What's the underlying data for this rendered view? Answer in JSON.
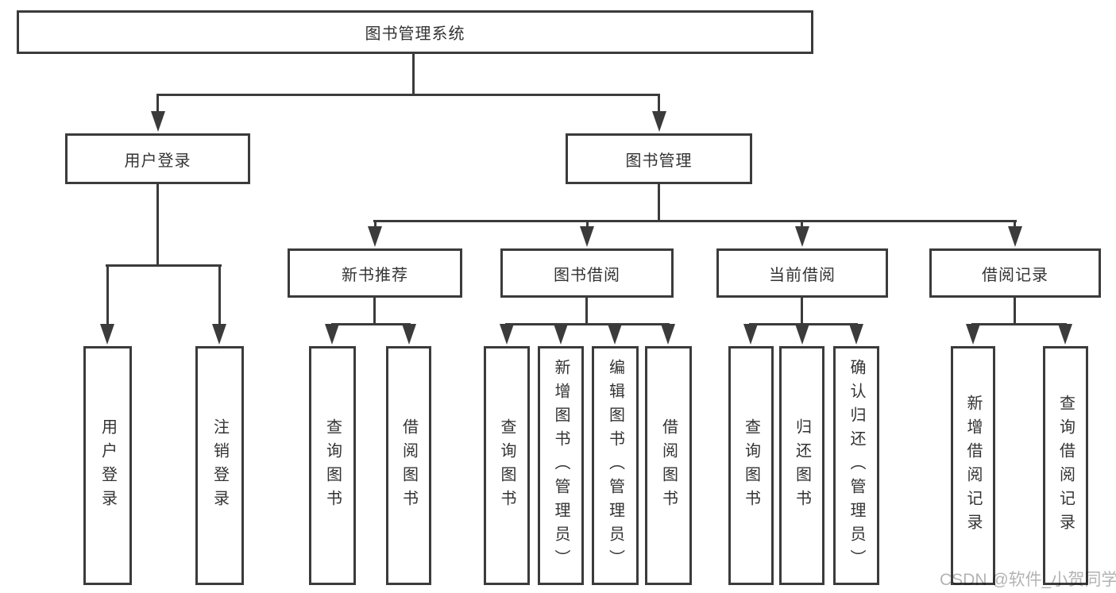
{
  "diagram": {
    "label": "图书管理系统",
    "children": [
      {
        "label": "用户登录",
        "children": [
          {
            "label": "用户登录"
          },
          {
            "label": "注销登录"
          }
        ]
      },
      {
        "label": "图书管理",
        "children": [
          {
            "label": "新书推荐",
            "children": [
              {
                "label": "查询图书"
              },
              {
                "label": "借阅图书"
              }
            ]
          },
          {
            "label": "图书借阅",
            "children": [
              {
                "label": "查询图书"
              },
              {
                "label": "新增图书（管理员）"
              },
              {
                "label": "编辑图书（管理员）"
              },
              {
                "label": "借阅图书"
              }
            ]
          },
          {
            "label": "当前借阅",
            "children": [
              {
                "label": "查询图书"
              },
              {
                "label": "归还图书"
              },
              {
                "label": "确认归还（管理员）"
              }
            ]
          },
          {
            "label": "借阅记录",
            "children": [
              {
                "label": "新增借阅记录"
              },
              {
                "label": "查询借阅记录"
              }
            ]
          }
        ]
      }
    ]
  },
  "watermark": {
    "text": "CSDN @软件_小贺同学"
  },
  "colors": {
    "line": "#3b3b3b",
    "text": "#333333",
    "background": "#ffffff"
  }
}
